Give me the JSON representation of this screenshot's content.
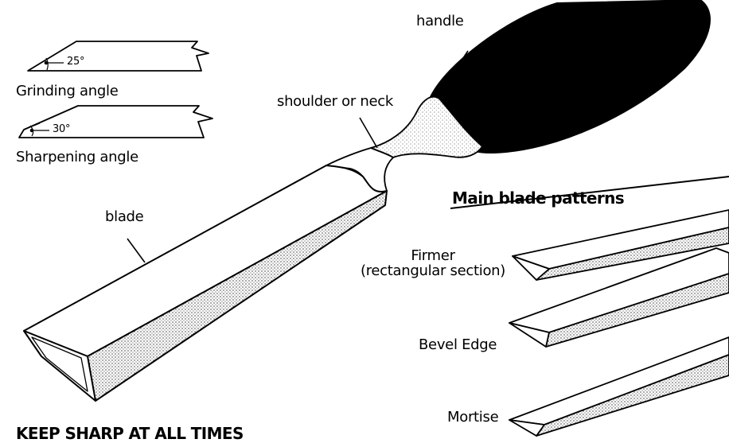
{
  "angles": {
    "grinding": {
      "value": "25°",
      "label": "Grinding angle"
    },
    "sharpening": {
      "value": "30°",
      "label": "Sharpening angle"
    }
  },
  "chisel": {
    "handle_label": "handle",
    "neck_label": "shoulder or neck",
    "blade_label": "blade"
  },
  "patterns": {
    "heading": "Main blade patterns",
    "firmer_line1": "Firmer",
    "firmer_line2": "(rectangular section)",
    "bevel": "Bevel Edge",
    "mortise": "Mortise"
  },
  "footer": "KEEP SHARP AT ALL TIMES"
}
